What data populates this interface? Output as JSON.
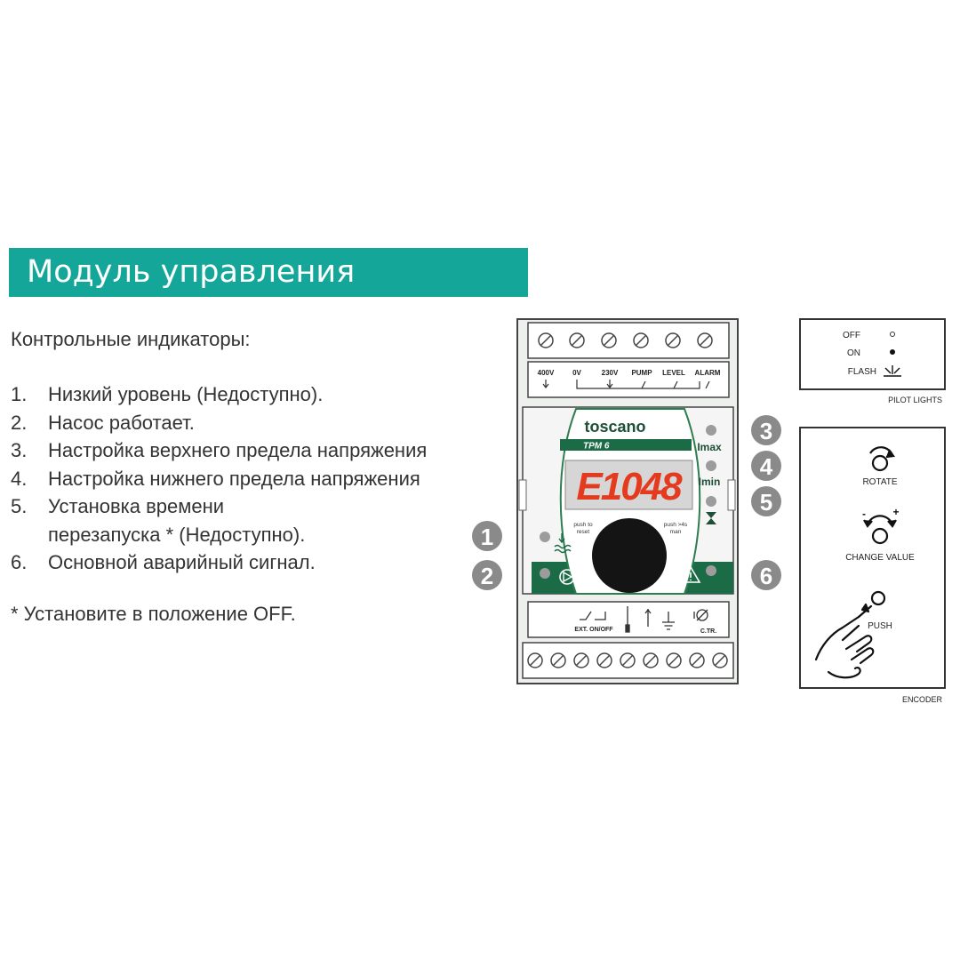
{
  "banner": {
    "title": "Модуль управления"
  },
  "heading": "Контрольные индикаторы:",
  "items": [
    {
      "num": "1.",
      "lines": [
        "Низкий уровень (Недоступно)."
      ]
    },
    {
      "num": "2.",
      "lines": [
        "Насос работает."
      ]
    },
    {
      "num": "3.",
      "lines": [
        "Настройка верхнего предела напряжения"
      ]
    },
    {
      "num": "4.",
      "lines": [
        "Настройка нижнего предела напряжения"
      ]
    },
    {
      "num": "5.",
      "lines": [
        "Установка времени",
        "перезапуска * (Недоступно)."
      ]
    },
    {
      "num": "6.",
      "lines": [
        "Основной аварийный сигнал."
      ]
    }
  ],
  "footnote": "* Установите в положение OFF.",
  "device": {
    "brand": "toscano",
    "model": "TPM 6",
    "display": "E1048",
    "top_labels": [
      "400V",
      "0V",
      "230V",
      "PUMP",
      "LEVEL",
      "ALARM"
    ],
    "imax": "Imax",
    "imin": "Imin",
    "push_reset": [
      "push to",
      "reset"
    ],
    "push_man": [
      "push >4s",
      "man"
    ],
    "bottom_labels": {
      "ext": "EXT. ON/OFF",
      "ctr": "C.TR."
    },
    "callouts": [
      "1",
      "2",
      "3",
      "4",
      "5",
      "6"
    ]
  },
  "pilot": {
    "off": "OFF",
    "on": "ON",
    "flash": "FLASH",
    "caption": "PILOT LIGHTS"
  },
  "encoder": {
    "rotate": "ROTATE",
    "change": "CHANGE VALUE",
    "push": "PUSH",
    "caption": "ENCODER",
    "minus": "-",
    "plus": "+"
  },
  "colors": {
    "banner": "#15a69a",
    "panel_green": "#1c6b47",
    "led_red": "#e43b1f",
    "callout_grey": "#8a8a8a"
  }
}
